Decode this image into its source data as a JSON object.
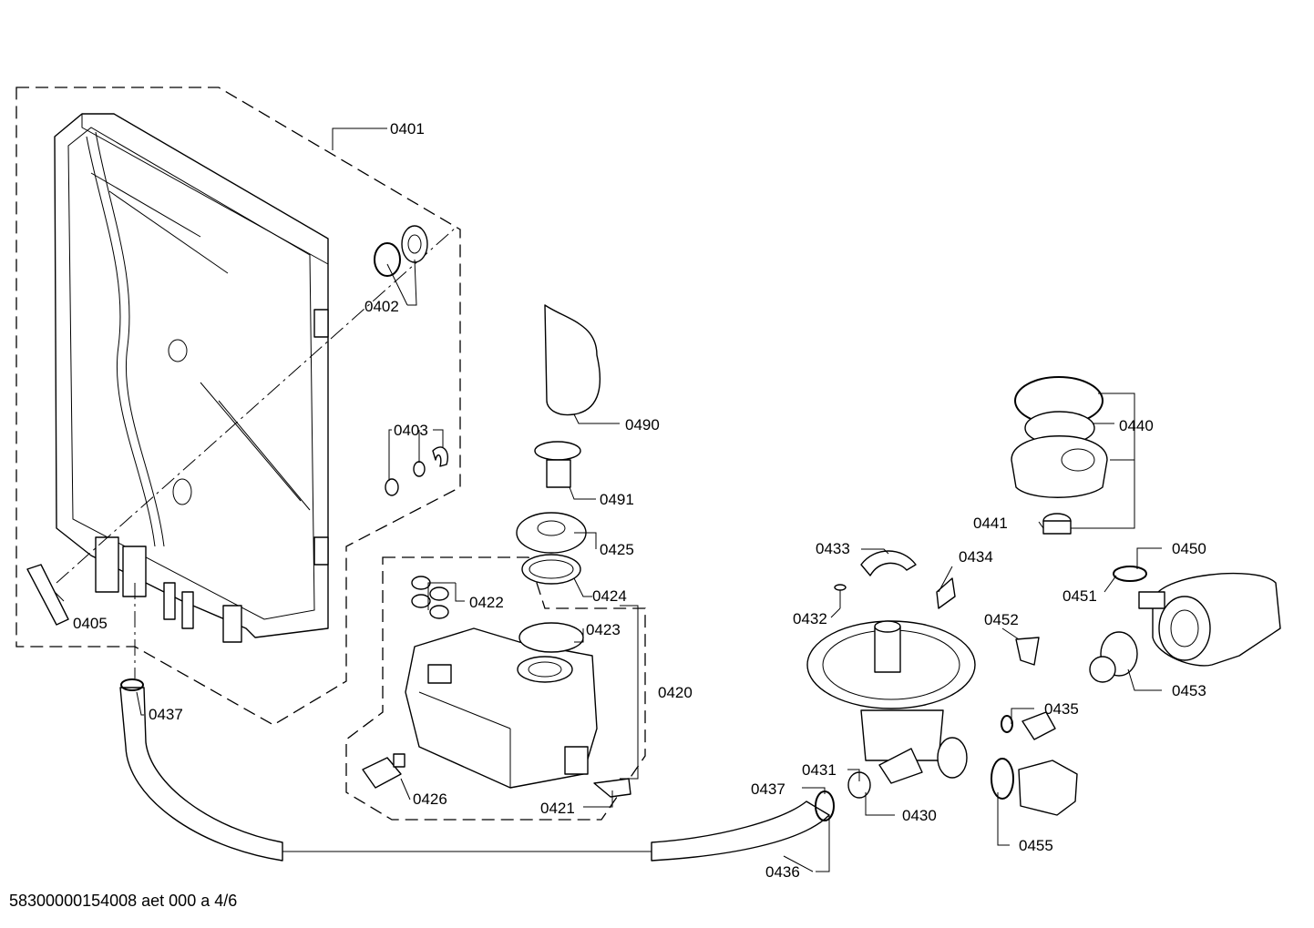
{
  "labels": {
    "p0401": "0401",
    "p0402": "0402",
    "p0403": "0403",
    "p0405": "0405",
    "p0437a": "0437",
    "p0490": "0490",
    "p0491": "0491",
    "p0425": "0425",
    "p0424": "0424",
    "p0422": "0422",
    "p0423": "0423",
    "p0420": "0420",
    "p0426": "0426",
    "p0421": "0421",
    "p0440": "0440",
    "p0441": "0441",
    "p0433": "0433",
    "p0434": "0434",
    "p0432": "0432",
    "p0450": "0450",
    "p0451": "0451",
    "p0452": "0452",
    "p0453": "0453",
    "p0435": "0435",
    "p0431": "0431",
    "p0437b": "0437",
    "p0430": "0430",
    "p0455": "0455",
    "p0436": "0436"
  },
  "footer": "58300000154008 aet 000 a 4/6"
}
